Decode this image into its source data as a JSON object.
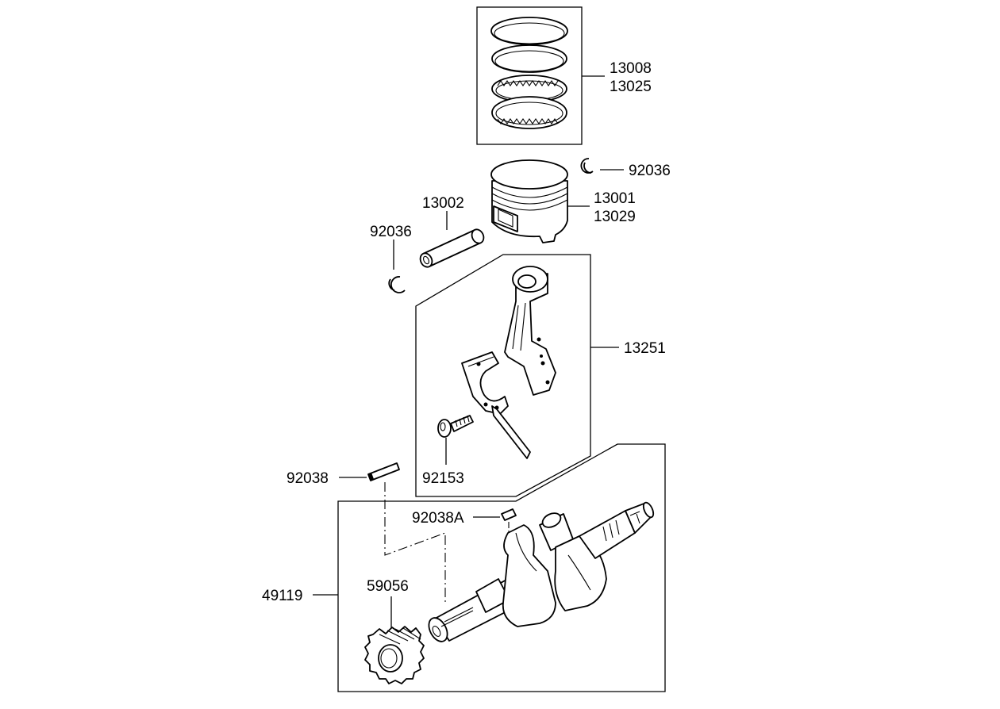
{
  "diagram": {
    "labels": {
      "piston_rings_1": "13008",
      "piston_rings_2": "13025",
      "circlip_right": "92036",
      "piston_1": "13001",
      "piston_2": "13029",
      "piston_pin": "13002",
      "circlip_left": "92036",
      "connecting_rod": "13251",
      "rod_bolt": "92153",
      "key": "92038",
      "key_a": "92038A",
      "crankshaft": "49119",
      "gear": "59056"
    }
  }
}
